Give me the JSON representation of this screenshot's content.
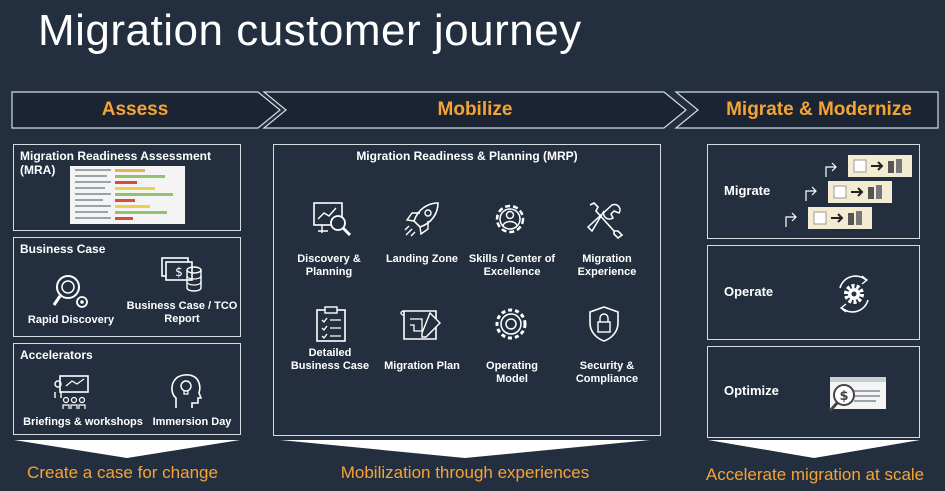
{
  "title": "Migration customer journey",
  "phases": {
    "assess": "Assess",
    "mobilize": "Mobilize",
    "migrate": "Migrate & Modernize"
  },
  "assess": {
    "mra": {
      "title": "Migration Readiness Assessment (MRA)"
    },
    "business_case": {
      "title": "Business Case",
      "items": [
        "Rapid Discovery",
        "Business Case / TCO Report"
      ]
    },
    "accelerators": {
      "title": "Accelerators",
      "items": [
        "Briefings & workshops",
        "Immersion Day"
      ]
    }
  },
  "mobilize": {
    "title": "Migration Readiness & Planning (MRP)",
    "items": [
      "Discovery & Planning",
      "Landing Zone",
      "Skills / Center of Excellence",
      "Migration Experience",
      "Detailed Business Case",
      "Migration Plan",
      "Operating Model",
      "Security & Compliance"
    ]
  },
  "migrate": {
    "items": [
      "Migrate",
      "Operate",
      "Optimize"
    ]
  },
  "footers": {
    "assess": "Create a case for change",
    "mobilize": "Mobilization through experiences",
    "migrate": "Accelerate migration at scale"
  },
  "colors": {
    "background": "#232f3e",
    "accent": "#f6a336",
    "border": "#d6dbe0"
  },
  "icons": [
    "magnifier-chart-icon",
    "rocket-icon",
    "gear-person-icon",
    "tools-icon",
    "clipboard-icon",
    "blueprint-icon",
    "gear-ring-icon",
    "lock-shield-icon",
    "magnifier-gear-icon",
    "money-stack-icon",
    "presenter-icon",
    "head-bulb-icon",
    "server-migrate-icon",
    "cycle-gear-icon",
    "dollar-magnifier-icon"
  ]
}
